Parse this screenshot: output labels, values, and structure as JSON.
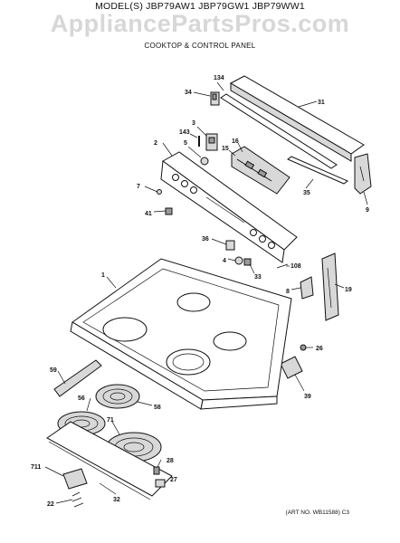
{
  "header": {
    "models": "MODEL(S) JBP79AW1  JBP79GW1  JBP79WW1",
    "watermark": "AppliancePartsPros.com",
    "section_title": "COOKTOP & CONTROL PANEL"
  },
  "footer": {
    "art_number": "(ART NO. WB11588) C3"
  },
  "callouts": {
    "c134": "134",
    "c34": "34",
    "c31": "31",
    "c143": "143",
    "c3": "3",
    "c2": "2",
    "c5": "5",
    "c16": "16",
    "c15": "15",
    "c7": "7",
    "c35": "35",
    "c9": "9",
    "c41": "41",
    "c36": "36",
    "c4": "4",
    "c108": "108",
    "c33": "33",
    "c1": "1",
    "c8": "8",
    "c19": "19",
    "c26": "26",
    "c59": "59",
    "c39": "39",
    "c56": "56",
    "c58": "58",
    "c71": "71",
    "c28": "28",
    "c711": "711",
    "c27": "27",
    "c22": "22",
    "c32": "32"
  }
}
